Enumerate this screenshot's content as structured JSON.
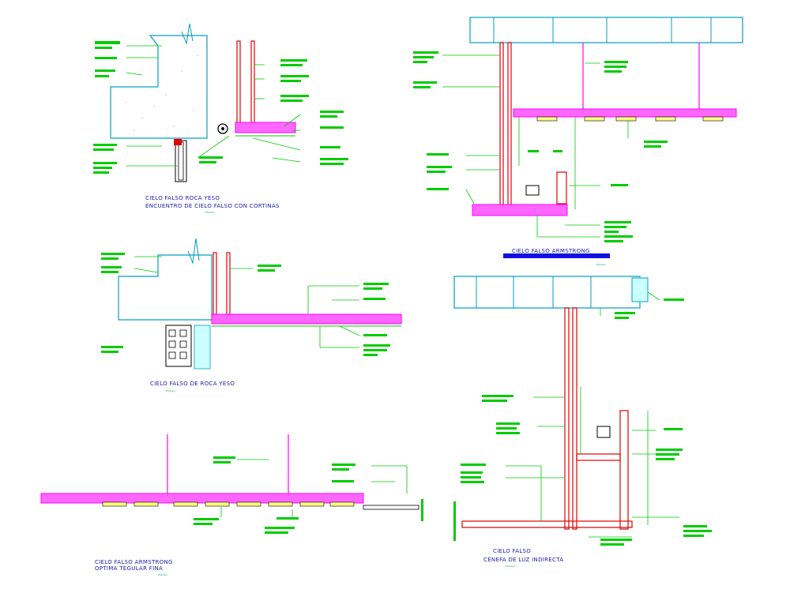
{
  "colors": {
    "background": "#ffffff",
    "leader_green": "#00cc00",
    "profile_red": "#e00000",
    "gypsum_magenta": "#ff00ff",
    "concrete_cyan": "#00a0c0",
    "title_blue": "#1a1aa8",
    "underline_blue": "#1010e0",
    "tile_yellow": "#ffff80"
  },
  "details": [
    {
      "id": "detail-1",
      "title": "CIELO FALSO ROCA YESO",
      "subtitle": "ENCUENTRO DE CIELO FALSO CON CORTINAS",
      "scale": "ESCALA"
    },
    {
      "id": "detail-2",
      "title": "CIELO FALSO DE ROCA YESO",
      "subtitle": "",
      "scale": "ESCALA"
    },
    {
      "id": "detail-3",
      "title": "CIELO FALSO ARMSTRONG",
      "subtitle": "OPTIMA TEGULAR FINA",
      "scale": "ESCALA"
    },
    {
      "id": "detail-4",
      "title": "CIELO FALSO ARMSTRONG",
      "subtitle": "",
      "scale": "ESCALA"
    },
    {
      "id": "detail-5",
      "title": "CIELO FALSO",
      "subtitle": "CENEFA DE LUZ INDIRECTA",
      "scale": "ESCALA"
    }
  ]
}
